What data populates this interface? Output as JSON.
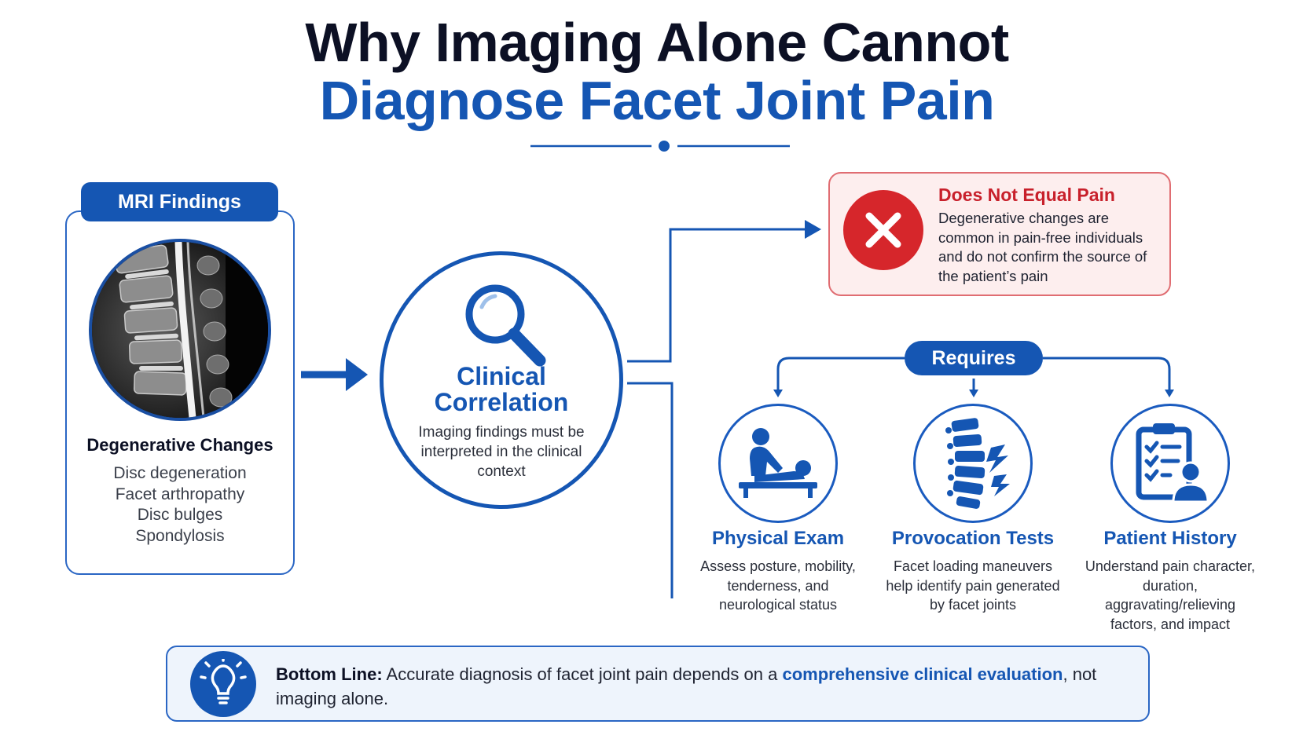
{
  "title": {
    "line1": "Why Imaging Alone Cannot",
    "line2": "Diagnose Facet Joint Pain"
  },
  "mri": {
    "tab_label": "MRI Findings",
    "heading": "Degenerative Changes",
    "items": [
      "Disc degeneration",
      "Facet arthropathy",
      "Disc bulges",
      "Spondylosis"
    ]
  },
  "center": {
    "icon": "magnifier-icon",
    "title_line1": "Clinical",
    "title_line2": "Correlation",
    "text": "Imaging findings must be interpreted in the clinical context"
  },
  "warning": {
    "icon": "x-icon",
    "title": "Does Not Equal Pain",
    "text": "Degenerative changes are common in pain-free individuals and do not confirm the source of the patient’s pain"
  },
  "requires": {
    "label": "Requires",
    "items": [
      {
        "icon": "physical-exam-icon",
        "title": "Physical Exam",
        "text": "Assess posture, mobility, tenderness, and neurological status"
      },
      {
        "icon": "spine-pain-icon",
        "title": "Provocation Tests",
        "text": "Facet loading maneuvers help identify pain generated by facet joints"
      },
      {
        "icon": "clipboard-patient-icon",
        "title": "Patient History",
        "text": "Understand pain character, duration, aggravating/relieving factors, and impact"
      }
    ]
  },
  "bottom": {
    "icon": "lightbulb-icon",
    "lead": "Bottom Line:",
    "text_before": " Accurate diagnosis of facet joint pain depends on a ",
    "highlight": "comprehensive clinical evaluation",
    "text_after": ", not imaging alone."
  },
  "colors": {
    "primary": "#1556b3",
    "dark": "#0c1024",
    "alert": "#d6262b",
    "alert_bg": "#fdeeee",
    "banner_bg": "#eef4fc"
  }
}
